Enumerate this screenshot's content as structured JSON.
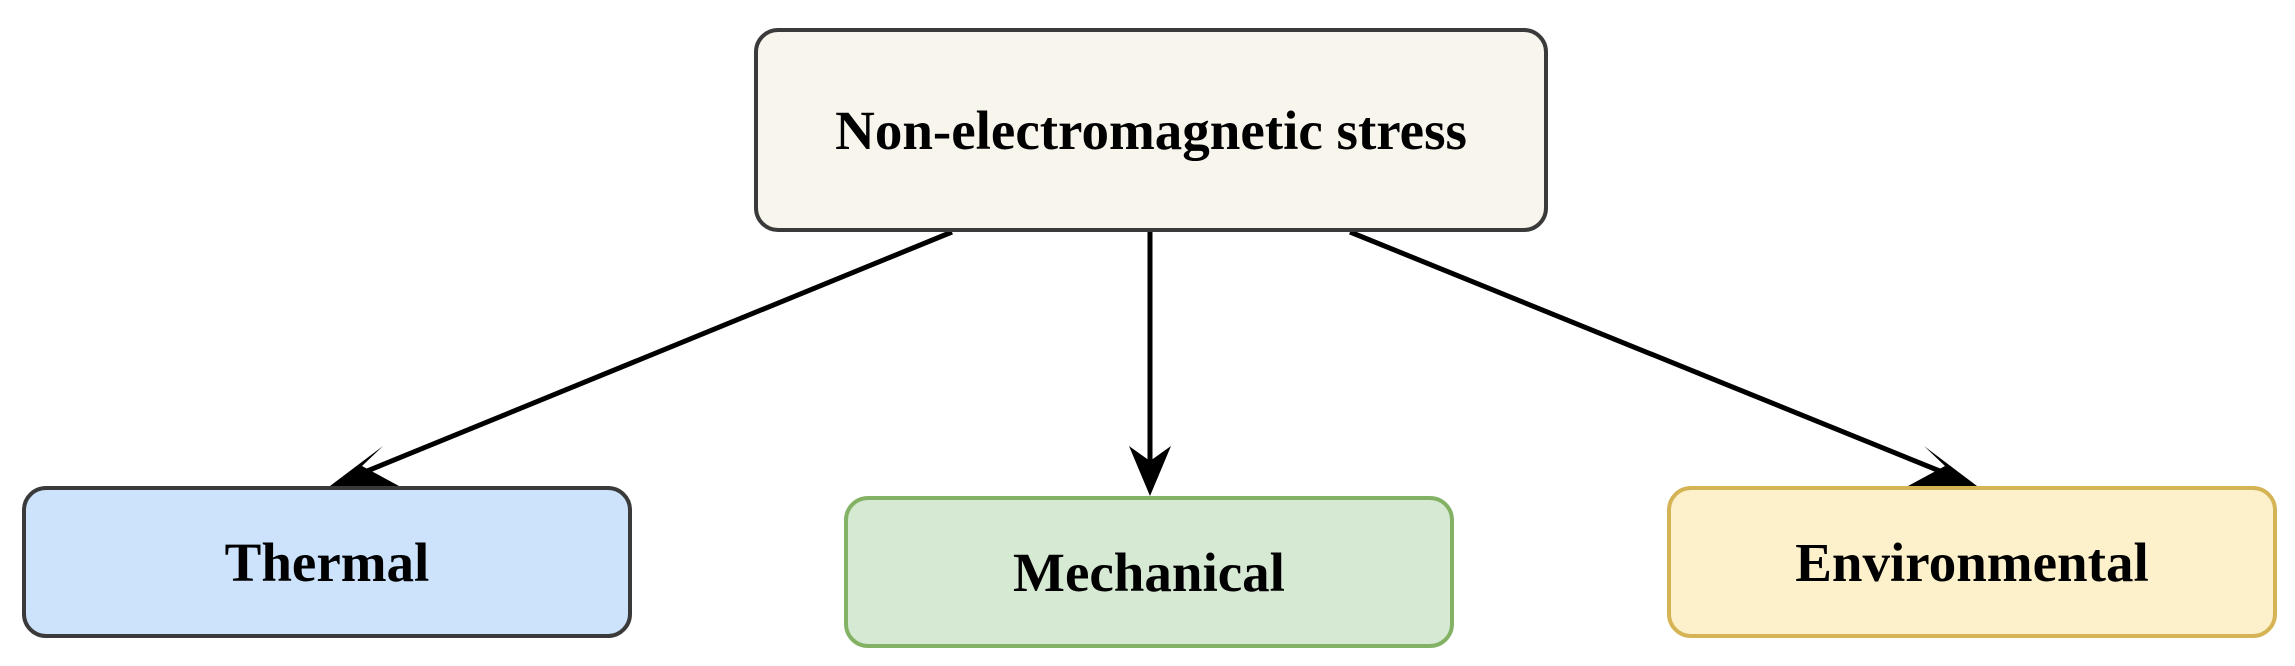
{
  "diagram": {
    "root": {
      "label": "Non-electromagnetic stress",
      "fill": "#f8f5ec",
      "stroke": "#3a3a3a"
    },
    "children": [
      {
        "id": "thermal",
        "label": "Thermal",
        "fill": "#cce3fb",
        "stroke": "#3a3a3a"
      },
      {
        "id": "mechanical",
        "label": "Mechanical",
        "fill": "#d6e9d3",
        "stroke": "#84b265"
      },
      {
        "id": "environmental",
        "label": "Environmental",
        "fill": "#fdf1cc",
        "stroke": "#d4b455"
      }
    ],
    "edge_color": "#000000"
  }
}
